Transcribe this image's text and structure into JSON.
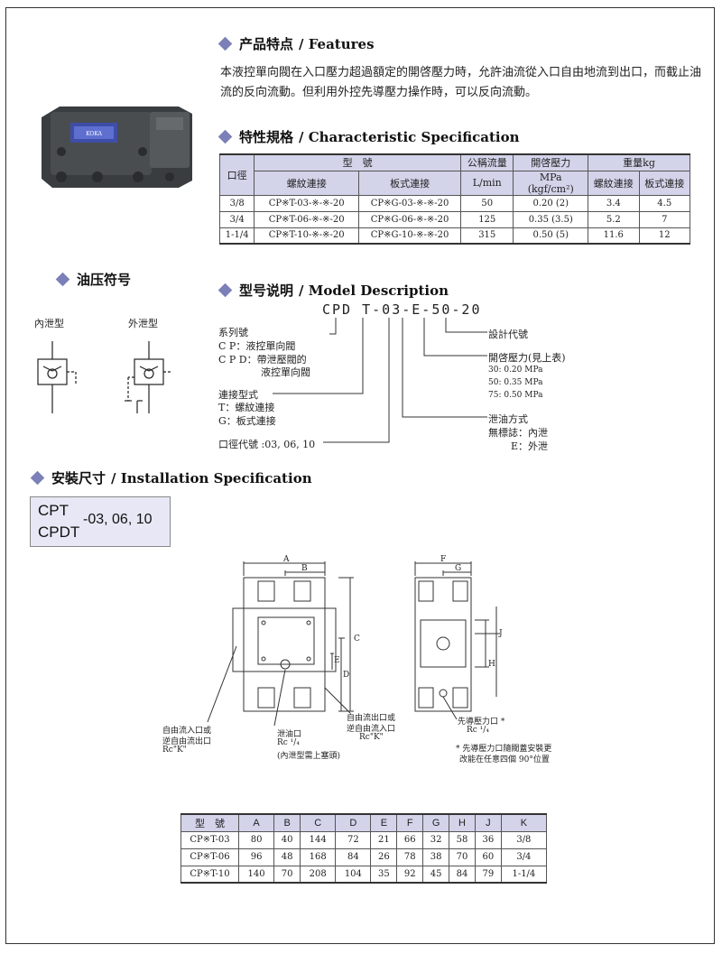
{
  "features": {
    "heading_zh": "产品特点",
    "heading_en": "/ Features",
    "text": "本液控單向閥在入口壓力超過額定的開啓壓力時，允許油流從入口自由地流到出口，而截止油流的反向流動。但利用外控先導壓力操作時，可以反向流動。"
  },
  "spec": {
    "heading_zh": "特性規格",
    "heading_en": "/ Characteristic Specification",
    "headers": {
      "bore": "口徑",
      "model": "型　號",
      "thread": "螺紋連接",
      "plate": "板式連接",
      "flow": "公稱流量",
      "flow_unit": "L/min",
      "crack": "開啓壓力",
      "crack_unit": "MPa (kgf/cm²)",
      "weight": "重量kg",
      "w_thread": "螺紋連接",
      "w_plate": "板式連接"
    },
    "rows": [
      {
        "bore": "3/8",
        "thread": "CP※T-03-※-※-20",
        "plate": "CP※G-03-※-※-20",
        "flow": "50",
        "crack": "0.20 (2)",
        "w1": "3.4",
        "w2": "4.5"
      },
      {
        "bore": "3/4",
        "thread": "CP※T-06-※-※-20",
        "plate": "CP※G-06-※-※-20",
        "flow": "125",
        "crack": "0.35 (3.5)",
        "w1": "5.2",
        "w2": "7"
      },
      {
        "bore": "1-1/4",
        "thread": "CP※T-10-※-※-20",
        "plate": "CP※G-10-※-※-20",
        "flow": "315",
        "crack": "0.50 (5)",
        "w1": "11.6",
        "w2": "12"
      }
    ]
  },
  "symbol": {
    "heading": "油压符号",
    "internal": "內泄型",
    "external": "外泄型"
  },
  "model": {
    "heading_zh": "型号说明",
    "heading_en": "/ Model Description",
    "code": "CPD T-03-E-50-20",
    "series_title": "系列號",
    "series_1": "C P：液控單向閥",
    "series_2": "C P D：帶泄壓閥的",
    "series_3": "液控單向閥",
    "conn_title": "連接型式",
    "conn_1": "T：螺紋連接",
    "conn_2": "G：板式連接",
    "size": "口徑代號 :03, 06, 10",
    "design": "設計代號",
    "crack_title": "開啓壓力(見上表)",
    "crack_1": "30: 0.20 MPa",
    "crack_2": "50: 0.35 MPa",
    "crack_3": "75: 0.50 MPa",
    "drain_title": "泄油方式",
    "drain_1": "無標誌：內泄",
    "drain_2": "E：外泄"
  },
  "install": {
    "heading_zh": "安裝尺寸",
    "heading_en": "/ Installation Specification",
    "code_1": "CPT",
    "code_2": "CPDT",
    "sizes": "-03, 06, 10",
    "drawing": {
      "dim_A": "A",
      "dim_B": "B",
      "dim_C": "C",
      "dim_D": "D",
      "dim_E": "E",
      "dim_F": "F",
      "dim_G": "G",
      "dim_H": "H",
      "dim_J": "J",
      "inlet_1": "自由流入口或",
      "inlet_2": "逆自由流出口",
      "inlet_3": "Rc\"K\"",
      "drain_1": "泄油口",
      "drain_2": "Rc ¹/₄",
      "drain_3": "(內泄型需上塞頭)",
      "outlet_1": "自由流出口或",
      "outlet_2": "逆自由流入口",
      "outlet_3": "Rc\"K\"",
      "pilot_1": "先導壓力口 *",
      "pilot_2": "Rc ¹/₄",
      "note_1": "* 先導壓力口隨閥蓋安裝更",
      "note_2": "改能在任意四個 90°位置"
    },
    "table": {
      "headers": [
        "型　號",
        "A",
        "B",
        "C",
        "D",
        "E",
        "F",
        "G",
        "H",
        "J",
        "K"
      ],
      "rows": [
        [
          "CP※T-03",
          "80",
          "40",
          "144",
          "72",
          "21",
          "66",
          "32",
          "58",
          "36",
          "3/8"
        ],
        [
          "CP※T-06",
          "96",
          "48",
          "168",
          "84",
          "26",
          "78",
          "38",
          "70",
          "60",
          "3/4"
        ],
        [
          "CP※T-10",
          "140",
          "70",
          "208",
          "104",
          "35",
          "92",
          "45",
          "84",
          "79",
          "1-1/4"
        ]
      ]
    }
  },
  "colors": {
    "accent": "#7c80b8",
    "header_bg": "#d3d4ea",
    "code_box_bg": "#e7e7f5"
  }
}
